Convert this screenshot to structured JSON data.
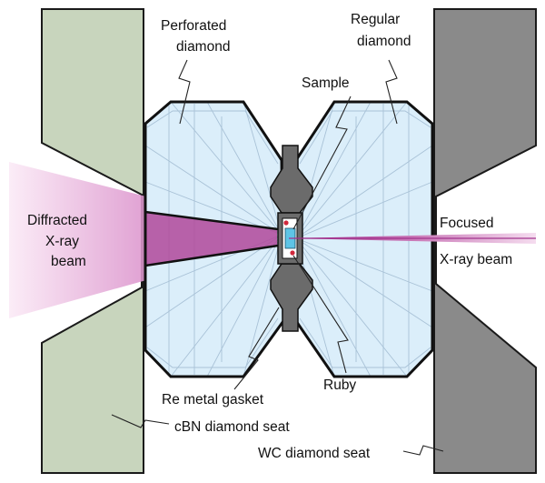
{
  "labels": {
    "perforated_diamond": [
      "Perforated",
      "diamond"
    ],
    "regular_diamond": [
      "Regular",
      "diamond"
    ],
    "sample": "Sample",
    "diffracted_beam": [
      "Diffracted",
      "X-ray",
      "beam"
    ],
    "focused_beam": [
      "Focused",
      "X-ray beam"
    ],
    "gasket": "Re metal gasket",
    "ruby": "Ruby",
    "cbn_seat": "cBN diamond seat",
    "wc_seat": "WC diamond seat"
  },
  "colors": {
    "cbn_seat": "#c8d5bd",
    "wc_seat": "#8a8a8a",
    "diamond_fill": "#dbeefa",
    "diamond_lines": "#9fb9d0",
    "gasket": "#6b6b6b",
    "beam": "#b0489a",
    "sample": "#5ec4e6",
    "ruby": "#d0283c"
  }
}
